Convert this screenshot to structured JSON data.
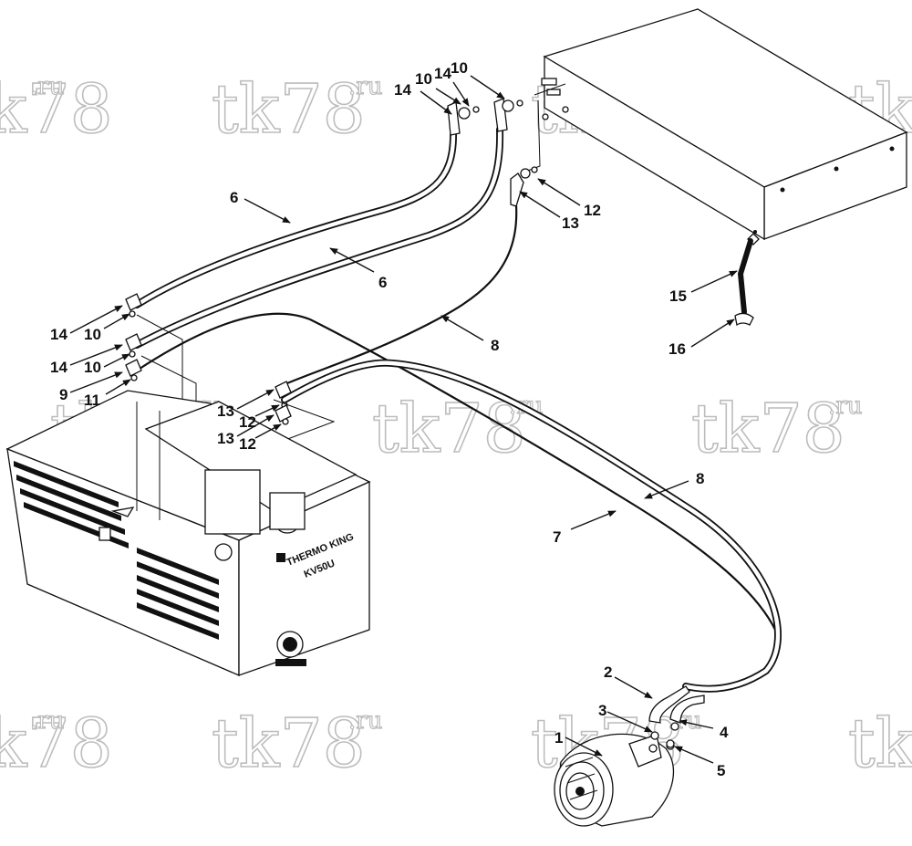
{
  "watermark": {
    "main": "tk78",
    "suffix": ".ru"
  },
  "labels": {
    "home": {
      "pre": "THERMO KING",
      "model": "KV50U"
    },
    "drop": {
      "model": "",
      "brand": ""
    }
  },
  "callouts": [
    {
      "id": "14a",
      "text": "14"
    },
    {
      "id": "10a",
      "text": "10"
    },
    {
      "id": "14b",
      "text": "14"
    },
    {
      "id": "10b",
      "text": "10"
    },
    {
      "id": "12a",
      "text": "12"
    },
    {
      "id": "13a",
      "text": "13"
    },
    {
      "id": "6a",
      "text": "6"
    },
    {
      "id": "6b",
      "text": "6"
    },
    {
      "id": "15",
      "text": "15"
    },
    {
      "id": "16",
      "text": "16"
    },
    {
      "id": "8a",
      "text": "8"
    },
    {
      "id": "14c",
      "text": "14"
    },
    {
      "id": "10c",
      "text": "10"
    },
    {
      "id": "14d",
      "text": "14"
    },
    {
      "id": "10d",
      "text": "10"
    },
    {
      "id": "9",
      "text": "9"
    },
    {
      "id": "11",
      "text": "11"
    },
    {
      "id": "13b",
      "text": "13"
    },
    {
      "id": "12b",
      "text": "12"
    },
    {
      "id": "13c",
      "text": "13"
    },
    {
      "id": "12c",
      "text": "12"
    },
    {
      "id": "8b",
      "text": "8"
    },
    {
      "id": "7",
      "text": "7"
    },
    {
      "id": "2",
      "text": "2"
    },
    {
      "id": "3",
      "text": "3"
    },
    {
      "id": "1",
      "text": "1"
    },
    {
      "id": "4",
      "text": "4"
    },
    {
      "id": "5",
      "text": "5"
    }
  ]
}
